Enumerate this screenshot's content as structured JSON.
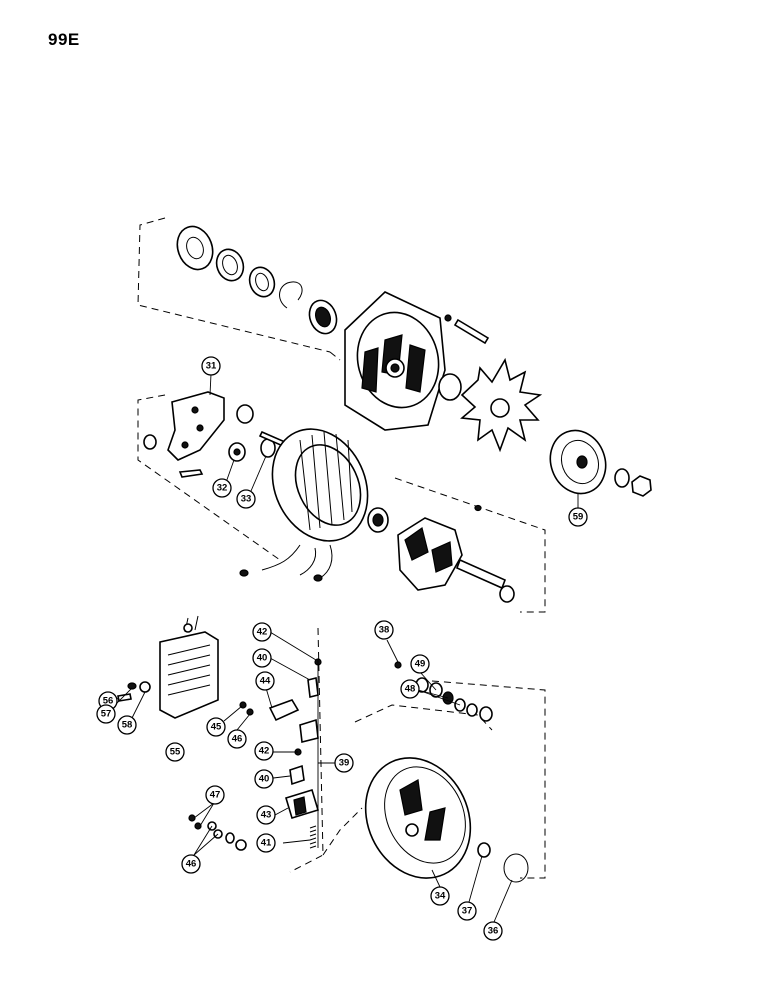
{
  "page_number": "99E",
  "callouts": [
    {
      "id": "c31",
      "label": "31"
    },
    {
      "id": "c32",
      "label": "32"
    },
    {
      "id": "c33",
      "label": "33"
    },
    {
      "id": "c59",
      "label": "59"
    },
    {
      "id": "c38",
      "label": "38"
    },
    {
      "id": "c42a",
      "label": "42"
    },
    {
      "id": "c40a",
      "label": "40"
    },
    {
      "id": "c44",
      "label": "44"
    },
    {
      "id": "c49",
      "label": "49"
    },
    {
      "id": "c48",
      "label": "48"
    },
    {
      "id": "c56",
      "label": "56"
    },
    {
      "id": "c57",
      "label": "57"
    },
    {
      "id": "c58",
      "label": "58"
    },
    {
      "id": "c45",
      "label": "45"
    },
    {
      "id": "c46a",
      "label": "46"
    },
    {
      "id": "c55",
      "label": "55"
    },
    {
      "id": "c42b",
      "label": "42"
    },
    {
      "id": "c39",
      "label": "39"
    },
    {
      "id": "c40b",
      "label": "40"
    },
    {
      "id": "c47",
      "label": "47"
    },
    {
      "id": "c43",
      "label": "43"
    },
    {
      "id": "c41",
      "label": "41"
    },
    {
      "id": "c46b",
      "label": "46"
    },
    {
      "id": "c34",
      "label": "34"
    },
    {
      "id": "c37",
      "label": "37"
    },
    {
      "id": "c36",
      "label": "36"
    }
  ]
}
